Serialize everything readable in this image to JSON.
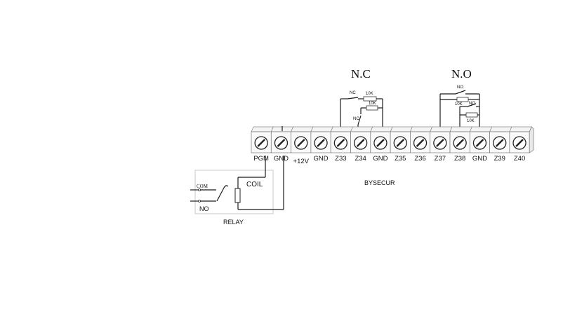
{
  "diagram": {
    "group_nc": "N.C",
    "group_no": "N.O",
    "nc_labels": {
      "nc_top": "NC",
      "r_top": "10K",
      "r_mid": "10K",
      "nc_low": "NC"
    },
    "no_labels": {
      "no_top": "NO",
      "r_low1": "10K",
      "no_mid": "NO",
      "r_low2": "10K"
    },
    "terminals": [
      "PGM",
      "GND",
      "+12V",
      "GND",
      "Z33",
      "Z34",
      "GND",
      "Z35",
      "Z36",
      "Z37",
      "Z38",
      "GND",
      "Z39",
      "Z40"
    ],
    "board_label": "BYSECUR",
    "relay": {
      "com": "COM",
      "no": "NO",
      "coil": "COIL",
      "caption": "RELAY"
    }
  }
}
